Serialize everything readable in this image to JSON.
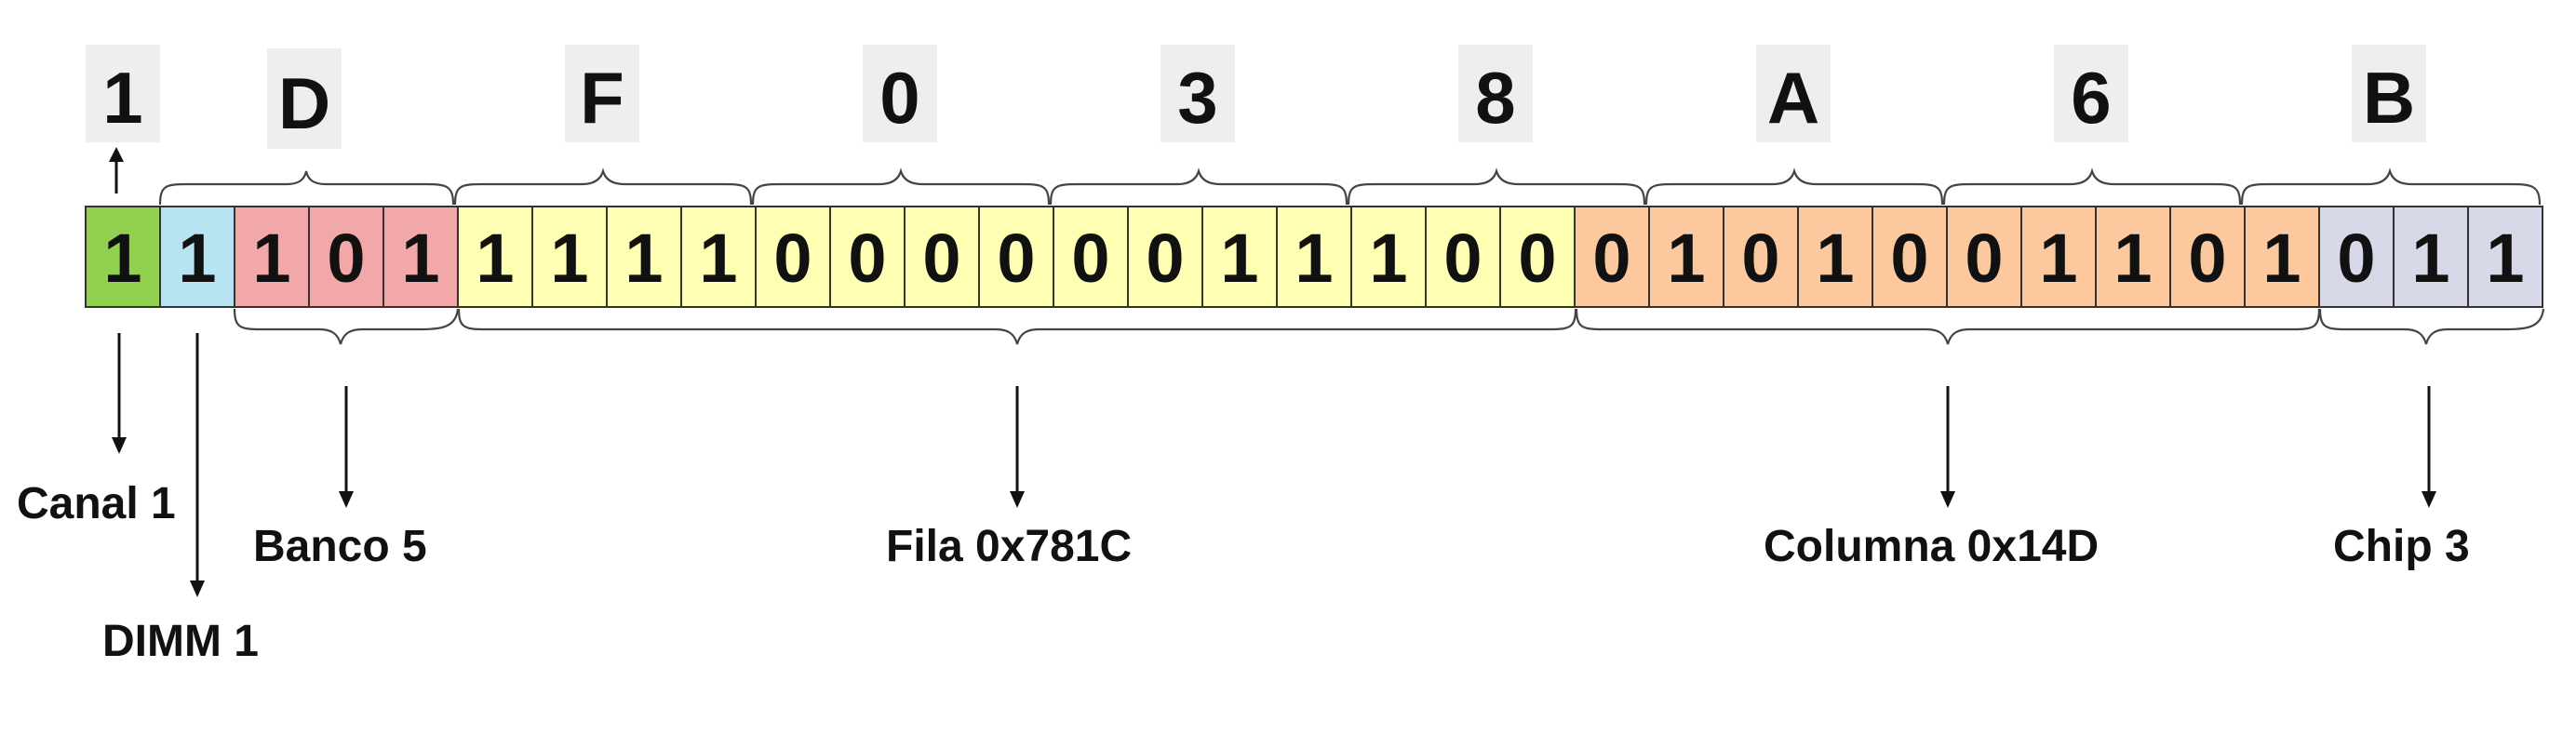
{
  "hex_digits": [
    "1",
    "D",
    "F",
    "0",
    "3",
    "8",
    "A",
    "6",
    "B"
  ],
  "bits": [
    "1",
    "1",
    "1",
    "0",
    "1",
    "1",
    "1",
    "1",
    "1",
    "0",
    "0",
    "0",
    "0",
    "0",
    "0",
    "1",
    "1",
    "1",
    "0",
    "0",
    "0",
    "1",
    "0",
    "1",
    "0",
    "0",
    "1",
    "1",
    "0",
    "1",
    "0",
    "1",
    "1"
  ],
  "fields": [
    {
      "id": "canal",
      "label": "Canal 1",
      "bit_count": 1,
      "color": "#92d050"
    },
    {
      "id": "dimm",
      "label": "DIMM 1",
      "bit_count": 1,
      "color": "#b7e4f0"
    },
    {
      "id": "banco",
      "label": "Banco 5",
      "bit_count": 3,
      "color": "#f2a7a9"
    },
    {
      "id": "fila",
      "label": "Fila 0x781C",
      "bit_count": 15,
      "color": "#ffffb3"
    },
    {
      "id": "columna",
      "label": "Columna 0x14D",
      "bit_count": 10,
      "color": "#fcc89e"
    },
    {
      "id": "chip",
      "label": "Chip 3",
      "bit_count": 3,
      "color": "#d7d9e8"
    }
  ]
}
